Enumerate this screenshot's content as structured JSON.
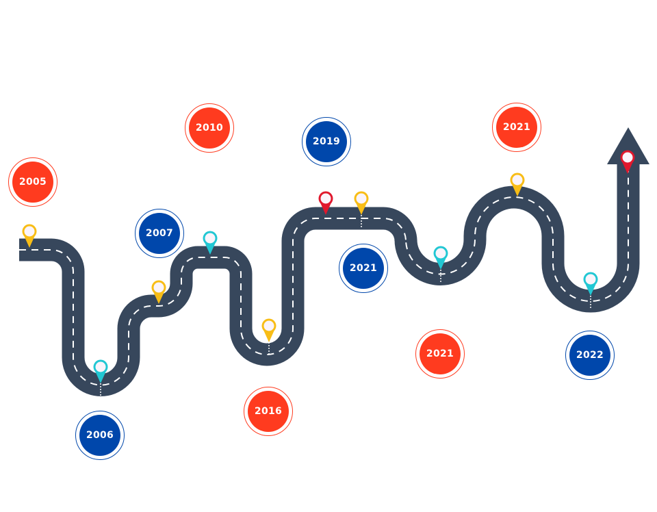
{
  "colors": {
    "road": "#37475c",
    "red": "#ff3b1f",
    "blue": "#0047ab",
    "pin_yellow": "#f8bd16",
    "pin_cyan": "#22c7d3",
    "pin_red": "#e0182d"
  },
  "milestones": [
    {
      "year": "2005",
      "color": "red"
    },
    {
      "year": "2006",
      "color": "blue"
    },
    {
      "year": "2007",
      "color": "blue"
    },
    {
      "year": "2010",
      "color": "red"
    },
    {
      "year": "2016",
      "color": "red"
    },
    {
      "year": "2019",
      "color": "blue"
    },
    {
      "year": "2021",
      "color": "blue"
    },
    {
      "year": "2021",
      "color": "red"
    },
    {
      "year": "2021",
      "color": "red"
    },
    {
      "year": "2022",
      "color": "blue"
    }
  ],
  "pins": [
    "pin_yellow",
    "pin_cyan",
    "pin_yellow",
    "pin_cyan",
    "pin_yellow",
    "pin_red",
    "pin_yellow",
    "pin_cyan",
    "pin_yellow",
    "pin_cyan",
    "pin_red"
  ],
  "end_marker": "arrow-up-icon"
}
